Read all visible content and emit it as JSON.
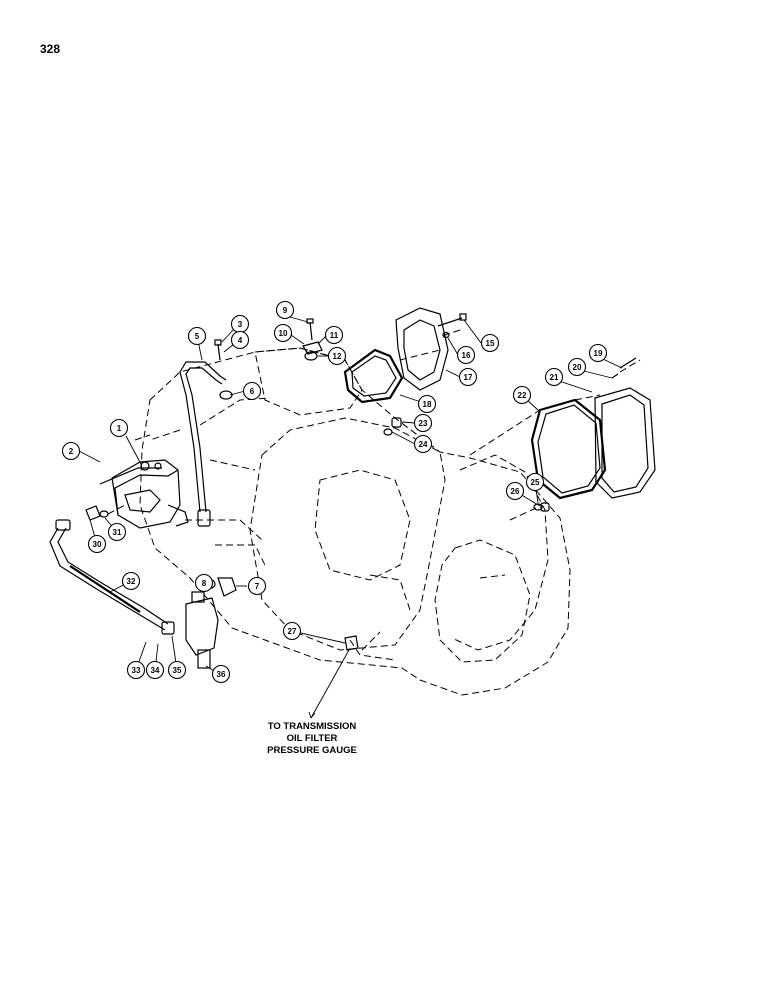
{
  "page_number": "328",
  "caption": [
    "TO TRANSMISSION",
    "OIL FILTER",
    "PRESSURE GAUGE"
  ],
  "callouts": [
    {
      "n": "1"
    },
    {
      "n": "2"
    },
    {
      "n": "3"
    },
    {
      "n": "4"
    },
    {
      "n": "5"
    },
    {
      "n": "6"
    },
    {
      "n": "7"
    },
    {
      "n": "8"
    },
    {
      "n": "9"
    },
    {
      "n": "10"
    },
    {
      "n": "11"
    },
    {
      "n": "12"
    },
    {
      "n": "15"
    },
    {
      "n": "16"
    },
    {
      "n": "17"
    },
    {
      "n": "18"
    },
    {
      "n": "19"
    },
    {
      "n": "20"
    },
    {
      "n": "21"
    },
    {
      "n": "22"
    },
    {
      "n": "23"
    },
    {
      "n": "24"
    },
    {
      "n": "25"
    },
    {
      "n": "26"
    },
    {
      "n": "27"
    },
    {
      "n": "30"
    },
    {
      "n": "31"
    },
    {
      "n": "32"
    },
    {
      "n": "33"
    },
    {
      "n": "34"
    },
    {
      "n": "35"
    },
    {
      "n": "36"
    }
  ]
}
